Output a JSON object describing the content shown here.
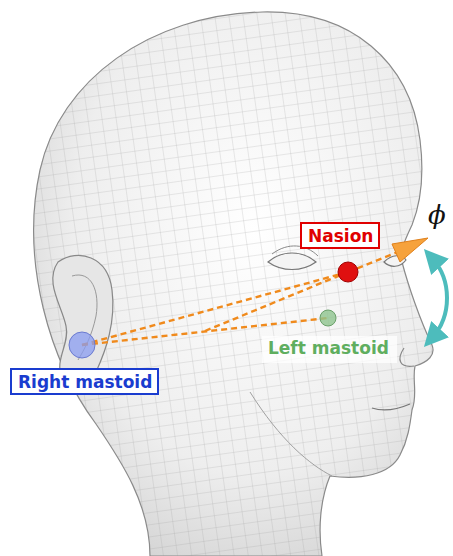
{
  "diagram": {
    "nodes": [
      {
        "text": [
          "Nasion"
        ]
      },
      {
        "text": [
          "Right mastoid"
        ]
      },
      {
        "text": [
          "Left mastoid"
        ]
      }
    ],
    "labels": [
      "ϕ"
    ]
  }
}
